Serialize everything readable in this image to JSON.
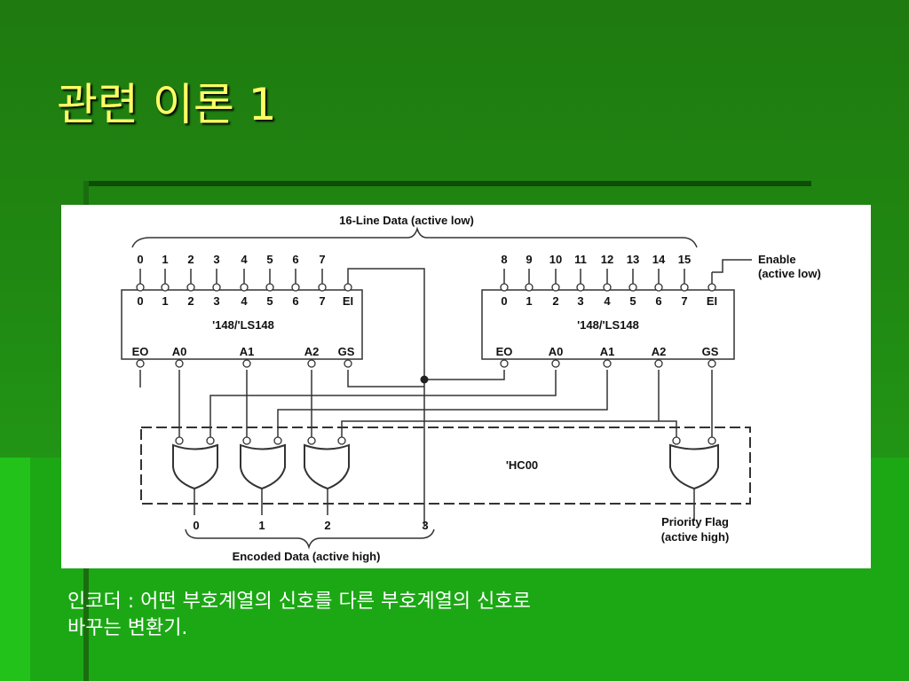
{
  "slide": {
    "title": "관련 이론 1",
    "caption_line1": "인코더 : 어떤 부호계열의 신호를 다른 부호계열의 신호로",
    "caption_line2": "바꾸는 변환기."
  },
  "diagram": {
    "top_brace_label": "16-Line Data (active low)",
    "chip_left": {
      "name": "'148/'LS148",
      "inputs_outer": [
        "0",
        "1",
        "2",
        "3",
        "4",
        "5",
        "6",
        "7"
      ],
      "inputs_inner": [
        "0",
        "1",
        "2",
        "3",
        "4",
        "5",
        "6",
        "7",
        "EI"
      ],
      "outputs": [
        "EO",
        "A0",
        "A1",
        "A2",
        "GS"
      ]
    },
    "chip_right": {
      "name": "'148/'LS148",
      "inputs_outer": [
        "8",
        "9",
        "10",
        "11",
        "12",
        "13",
        "14",
        "15"
      ],
      "inputs_inner": [
        "0",
        "1",
        "2",
        "3",
        "4",
        "5",
        "6",
        "7",
        "EI"
      ],
      "outputs": [
        "EO",
        "A0",
        "A1",
        "A2",
        "GS"
      ]
    },
    "enable_label_1": "Enable",
    "enable_label_2": "(active low)",
    "gate_block_label": "'HC00",
    "encoded_outputs": [
      "0",
      "1",
      "2",
      "3"
    ],
    "bottom_brace_label": "Encoded Data (active high)",
    "priority_flag_1": "Priority Flag",
    "priority_flag_2": "(active high)"
  }
}
